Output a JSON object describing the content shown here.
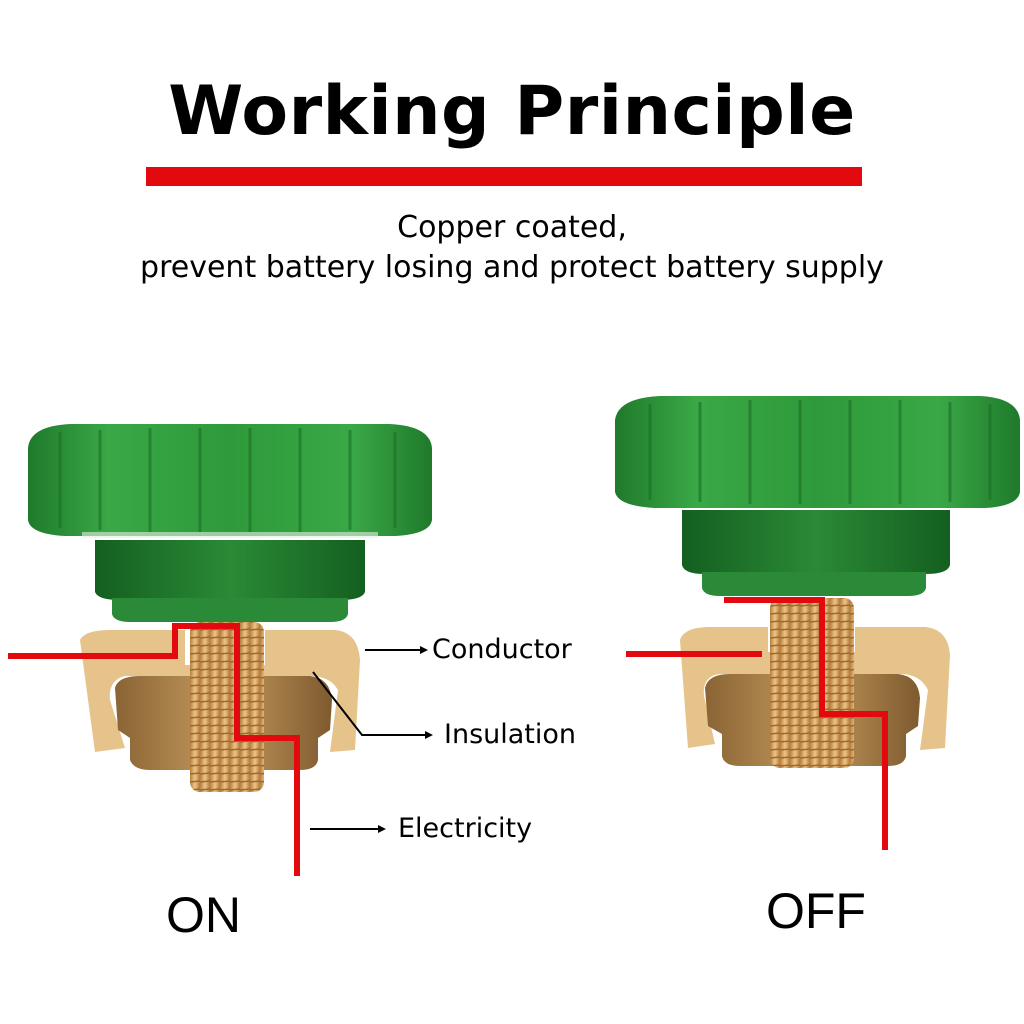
{
  "header": {
    "title": "Working Principle",
    "subtitle_line1": "Copper coated,",
    "subtitle_line2": "prevent battery losing and protect battery supply"
  },
  "diagrams": [
    {
      "state": "ON",
      "callouts": [
        "Conductor",
        "Insulation",
        "Electricity"
      ]
    },
    {
      "state": "OFF"
    }
  ],
  "colors": {
    "accent_red": "#e20a0e",
    "knob_green": "#2f9a3a",
    "knob_dark_green": "#217a2d",
    "brass": "#b98a4e",
    "insulation_tan": "#e6c38a"
  }
}
